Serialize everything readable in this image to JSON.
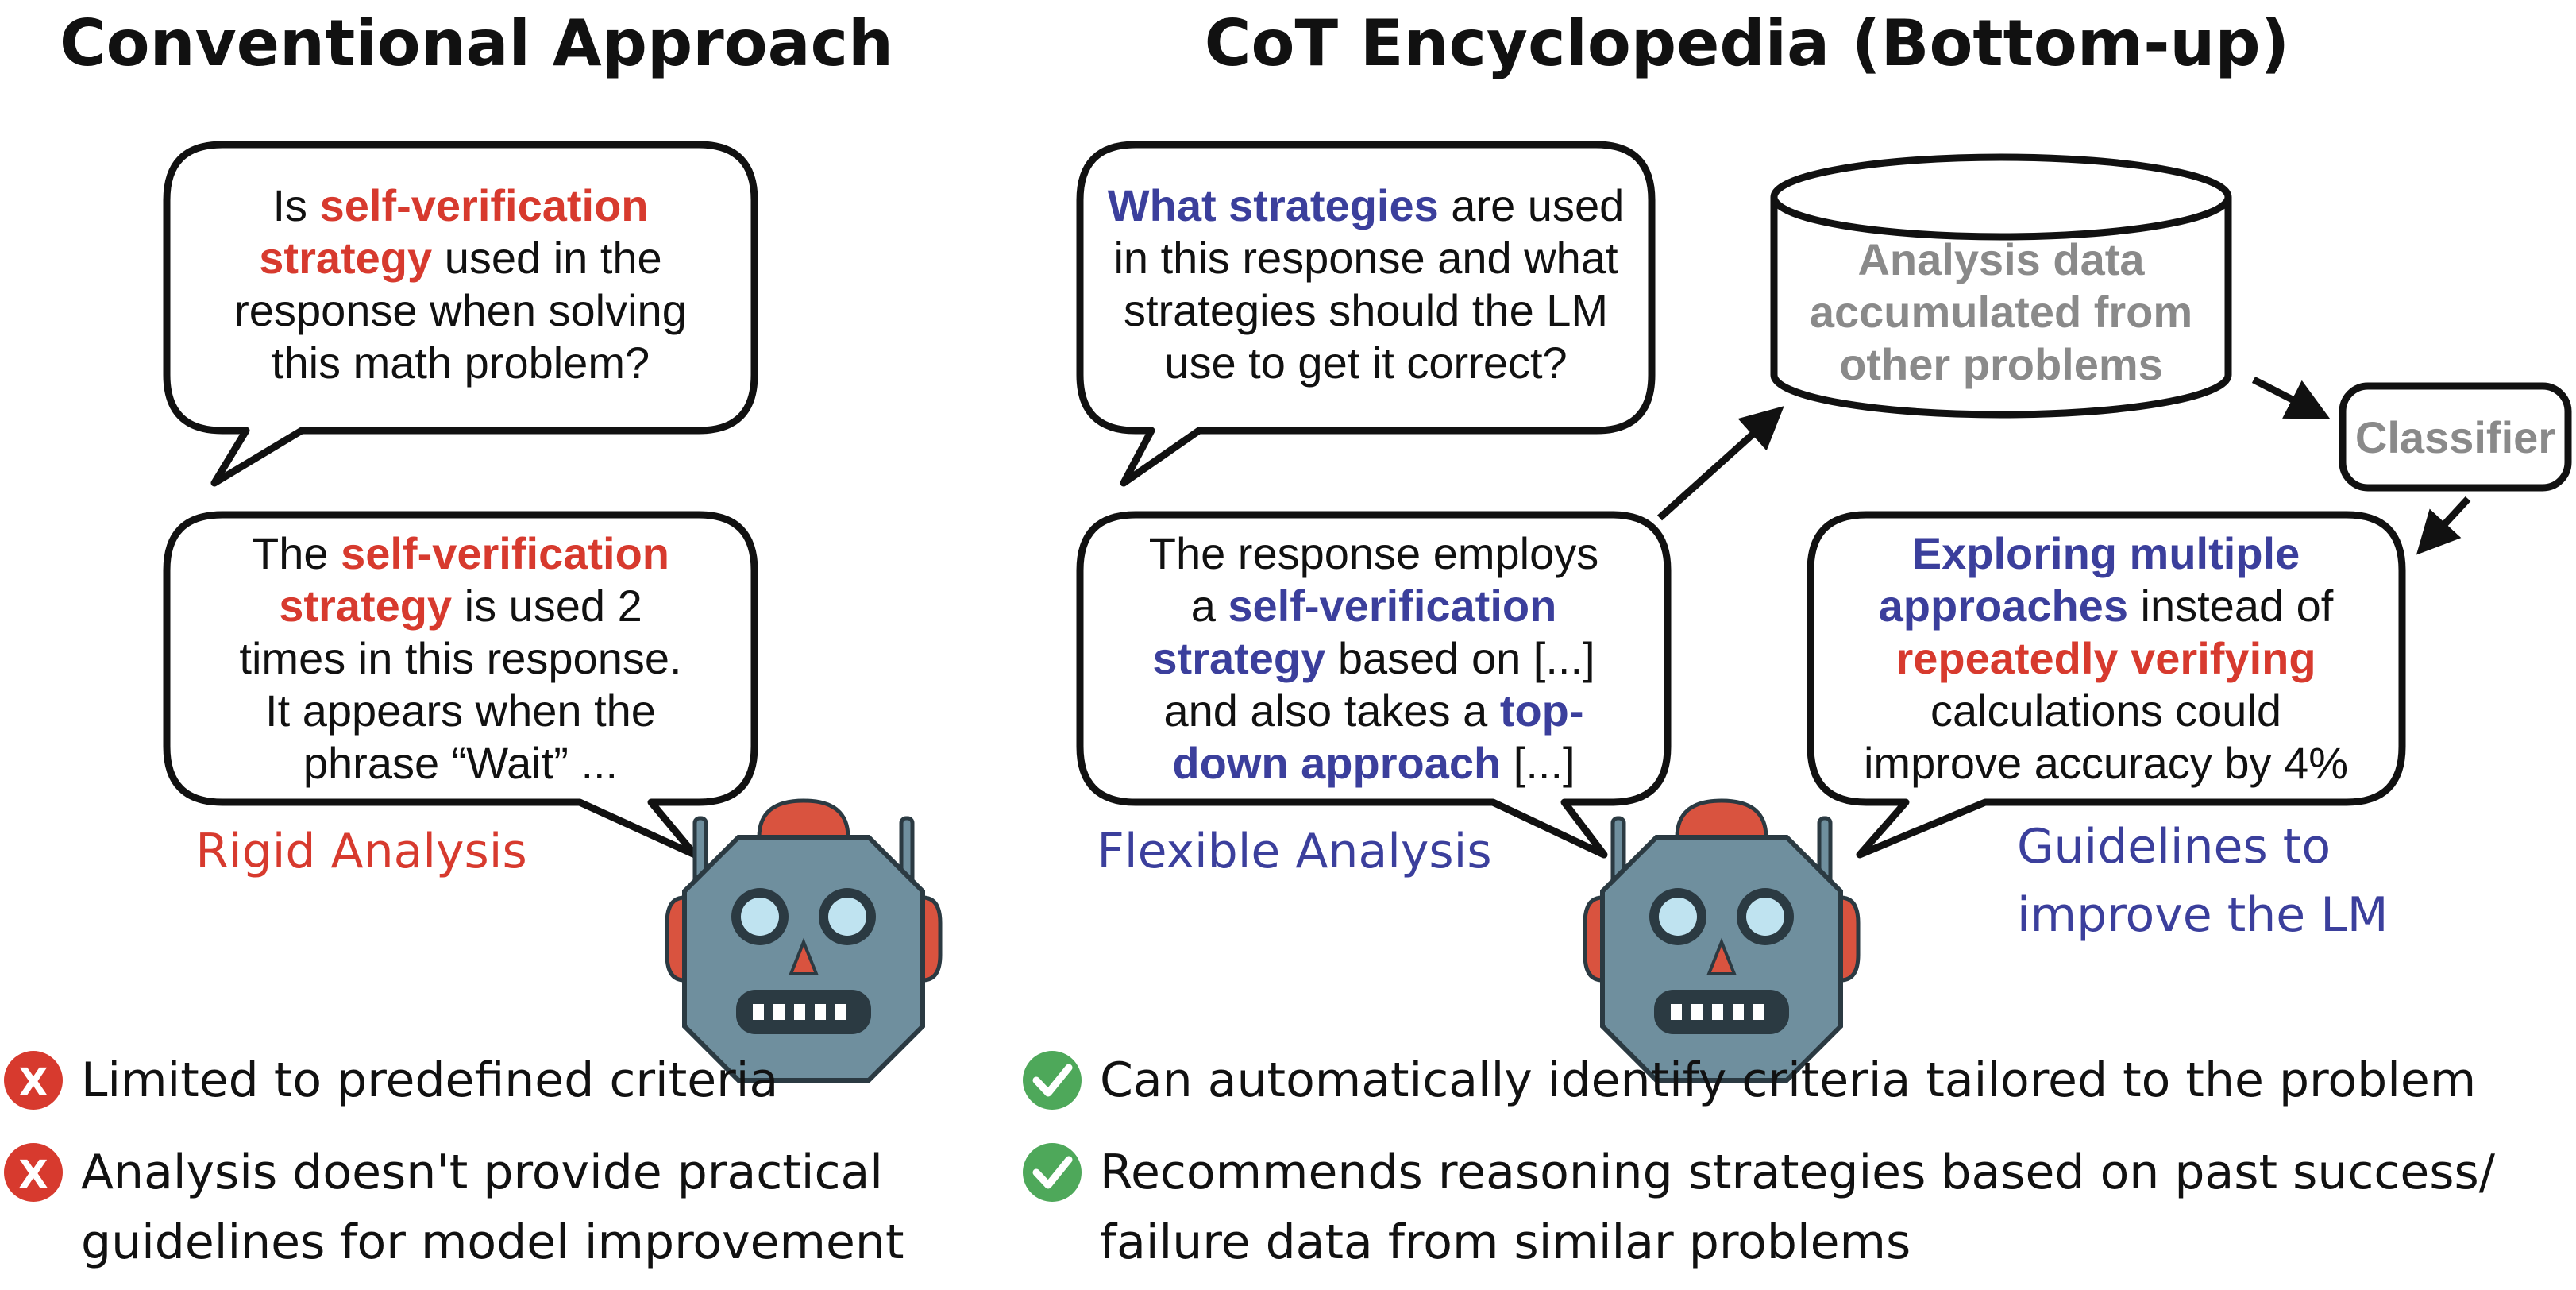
{
  "titles": {
    "left": "Conventional Approach",
    "right": "CoT Encyclopedia (Bottom-up)"
  },
  "left_question": {
    "line1_pre": "Is ",
    "line1_hl": "self-verification",
    "line2_hl": "strategy",
    "line2_post": " used in the",
    "line3": "response when solving",
    "line4": "this math problem?"
  },
  "left_answer": {
    "line1_pre": "The ",
    "line1_hl": "self-verification",
    "line2_hl": "strategy",
    "line2_post": " is used 2",
    "line3": "times in this response.",
    "line4": "It appears when the",
    "line5": "phrase “Wait” ..."
  },
  "left_caption": "Rigid Analysis",
  "right_question": {
    "line1_hl": "What strategies",
    "line1_post": " are used",
    "line2": "in this response and what",
    "line3": "strategies should the LM",
    "line4": "use to get it correct?"
  },
  "database": {
    "line1": "Analysis data",
    "line2": "accumulated from",
    "line3": "other problems"
  },
  "classifier": {
    "label": "Classifier"
  },
  "right_answer": {
    "line1": "The response employs",
    "line2_pre": "a ",
    "line2_hl": "self-verification",
    "line3_hl": "strategy",
    "line3_post": " based on [...]",
    "line4_pre": "and also takes a ",
    "line4_hl": "top-",
    "line5_hl": "down approach",
    "line5_post": " [...]"
  },
  "right_caption": "Flexible Analysis",
  "guideline": {
    "line1_hl": "Exploring multiple",
    "line2_hl": "approaches",
    "line2_post": " instead of",
    "line3_hl": "repeatedly verifying",
    "line4": "calculations could",
    "line5": "improve accuracy by 4%"
  },
  "guideline_caption": {
    "line1": "Guidelines to",
    "line2": "improve the LM"
  },
  "bullets_left": [
    {
      "icon": "x",
      "line1": "Limited to predefined criteria",
      "line2": ""
    },
    {
      "icon": "x",
      "line1": "Analysis doesn't provide practical",
      "line2": "guidelines for model improvement"
    }
  ],
  "bullets_right": [
    {
      "icon": "check",
      "line1": "Can automatically identify criteria tailored to the problem",
      "line2": ""
    },
    {
      "icon": "check",
      "line1": "Recommends reasoning strategies based on past success/",
      "line2": "failure data from similar problems"
    }
  ],
  "colors": {
    "red": "#d73a2e",
    "blue": "#3b3f9c",
    "gray": "#8a8a8a",
    "check_green": "#4ea85a",
    "x_red": "#d73a2e",
    "robot_body": "#6f8f9e",
    "robot_accent": "#d9533f"
  }
}
